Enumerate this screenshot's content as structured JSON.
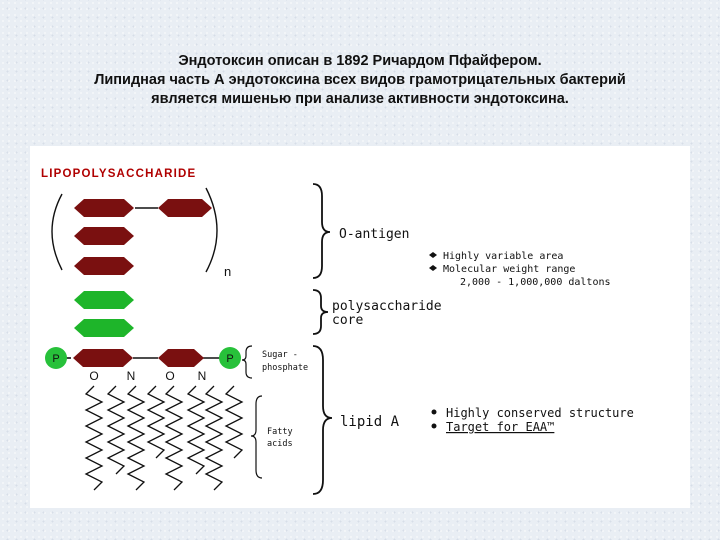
{
  "title": {
    "line1": "Эндотоксин описан в 1892 Ричардом Пфайфером.",
    "line2": "Липидная часть А эндотоксина всех видов грамотрицательных бактерий",
    "line3": "является мишенью при анализе активности эндотоксина."
  },
  "diagram": {
    "header": "LIPOPOLYSACCHARIDE",
    "repeat_n": "n",
    "o_antigen_label": "O-antigen",
    "o_antigen_notes": [
      "Highly variable area",
      "Molecular weight range",
      "2,000 - 1,000,000 daltons"
    ],
    "core_label_1": "polysaccharide",
    "core_label_2": "core",
    "phosphate": "P",
    "sugar_phosphate_1": "Sugar -",
    "sugar_phosphate_2": "phosphate",
    "linkage_atoms": [
      "O",
      "N",
      "O",
      "N"
    ],
    "fatty_acids_1": "Fatty",
    "fatty_acids_2": "acids",
    "lipid_a_label": "lipid A",
    "lipid_a_notes": [
      "Highly conserved structure",
      "Target for EAA™"
    ],
    "colors": {
      "o_antigen_sugar": "#7a1010",
      "core_sugar": "#1eb52a",
      "phosphate": "#27c13a",
      "header_text": "#b00000",
      "line": "#111111"
    }
  }
}
